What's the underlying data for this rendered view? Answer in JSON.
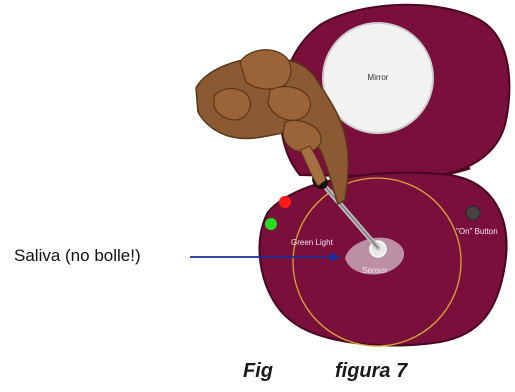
{
  "device": {
    "mirror_label": "Mirror",
    "green_light_label": "Green Light",
    "on_button_label": "\"On\" Button",
    "sensor_label": "Sensor",
    "case_color": "#7a0f3c",
    "case_dark": "#5a0828",
    "ring_color": "#d8a23a",
    "red_light_color": "#ff1a1a",
    "green_light_color": "#22dd22"
  },
  "annotation": {
    "callout_text": "Saliva (no bolle!)",
    "arrow_color": "#1f2f9a"
  },
  "caption": {
    "left": "Fig",
    "right": "figura 7"
  }
}
